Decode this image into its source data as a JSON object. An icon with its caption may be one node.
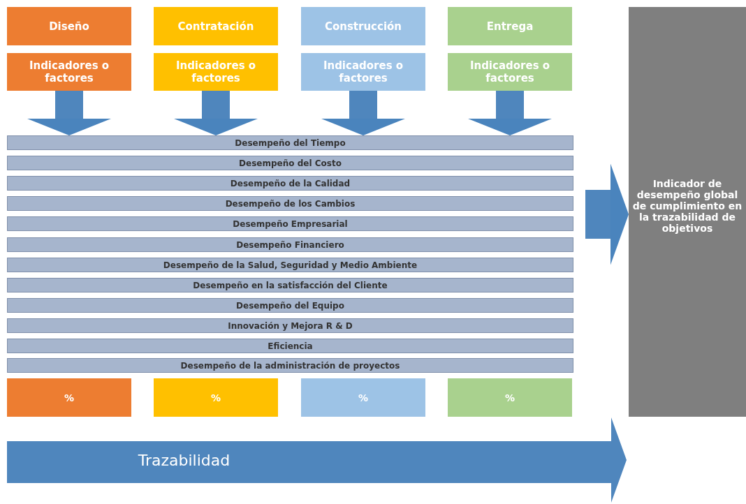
{
  "diagram": {
    "nodes": [
      {
        "text": [
          "Diseño"
        ]
      },
      {
        "text": [
          "Contratación"
        ]
      },
      {
        "text": [
          "Construcción"
        ]
      },
      {
        "text": [
          "Entrega"
        ]
      },
      {
        "text": [
          "Indicadores o factores"
        ]
      },
      {
        "text": [
          "Indicadores o factores"
        ]
      },
      {
        "text": [
          "Indicadores o factores"
        ]
      },
      {
        "text": [
          "Indicadores o factores"
        ]
      },
      {
        "text": [
          "Desempeño del Tiempo"
        ]
      },
      {
        "text": [
          "Desempeño del Costo"
        ]
      },
      {
        "text": [
          "Desempeño de la Calidad"
        ]
      },
      {
        "text": [
          "Desempeño de los Cambios"
        ]
      },
      {
        "text": [
          "Desempeño Empresarial"
        ]
      },
      {
        "text": [
          "Desempeño Financiero"
        ]
      },
      {
        "text": [
          "Desempeño de la Salud, Seguridad y Medio Ambiente"
        ]
      },
      {
        "text": [
          "Desempeño en la satisfacción del Cliente"
        ]
      },
      {
        "text": [
          "Desempeño del Equipo"
        ]
      },
      {
        "text": [
          "Innovación y Mejora R & D"
        ]
      },
      {
        "text": [
          "Eficiencia"
        ]
      },
      {
        "text": [
          "Desempeño de la administración de proyectos"
        ]
      },
      {
        "text": [
          "%"
        ]
      },
      {
        "text": [
          "%"
        ]
      },
      {
        "text": [
          "%"
        ]
      },
      {
        "text": [
          "%"
        ]
      },
      {
        "text": [
          "Indicador de desempeño global de cumplimiento en la trazabilidad de objetivos"
        ]
      },
      {
        "text": [
          "Trazabilidad"
        ]
      }
    ],
    "edges": [
      {
        "from": 4,
        "to": 8,
        "arrow": "to"
      },
      {
        "from": 5,
        "to": 8,
        "arrow": "to"
      },
      {
        "from": 6,
        "to": 8,
        "arrow": "to"
      },
      {
        "from": 7,
        "to": 8,
        "arrow": "to"
      },
      {
        "from": null,
        "to": 24,
        "arrow": "to"
      }
    ]
  }
}
